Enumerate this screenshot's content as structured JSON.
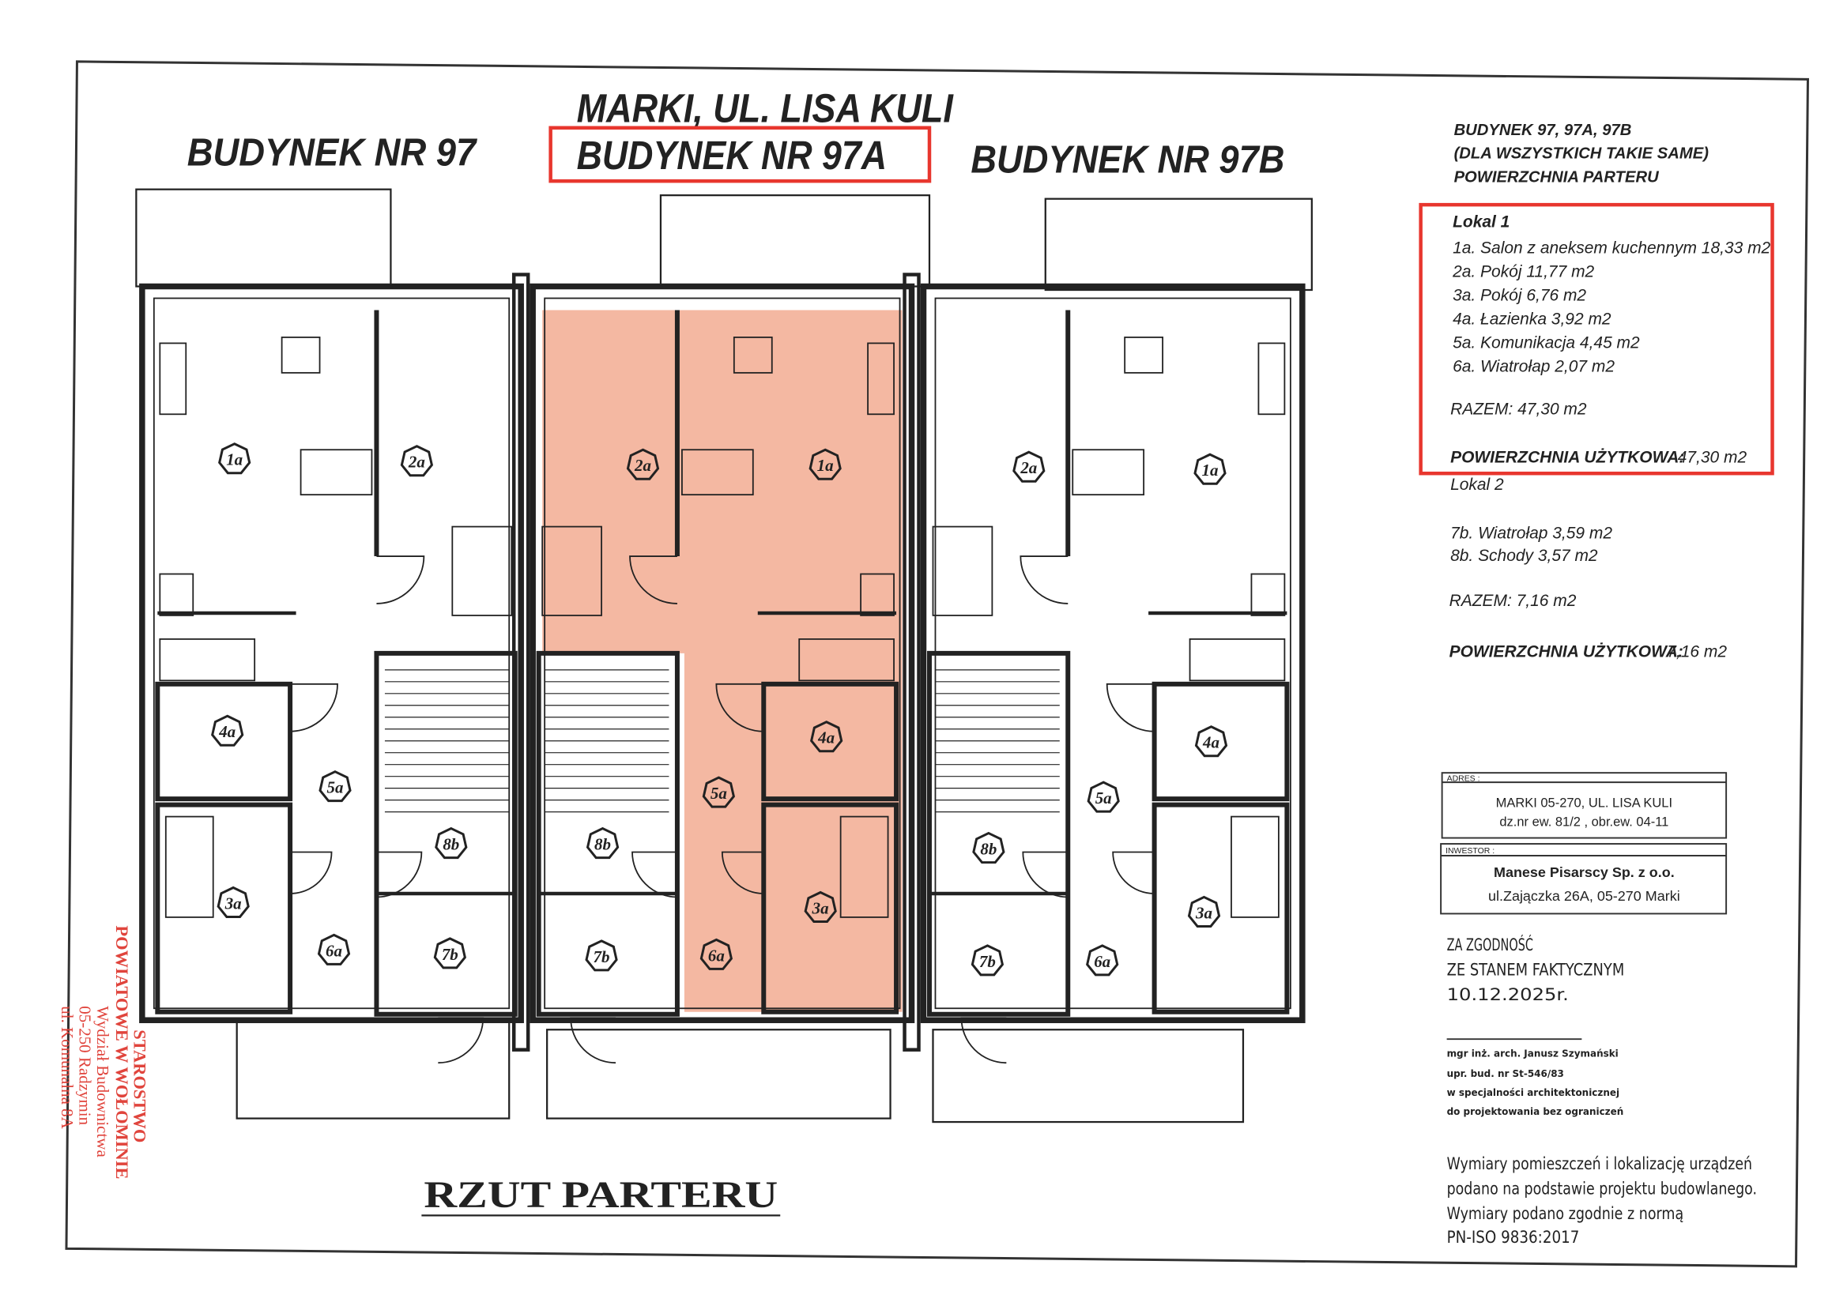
{
  "header": {
    "address_title": "MARKI, UL. LISA KULI",
    "building_left": "BUDYNEK NR 97",
    "building_center": "BUDYNEK NR 97A",
    "building_right": "BUDYNEK NR 97B"
  },
  "colors": {
    "highlight": "#f4b8a2",
    "red_box": "#e8362e",
    "stamp": "#e0443c",
    "ink": "#222222"
  },
  "info": {
    "heading": [
      "BUDYNEK 97, 97A, 97B",
      "(DLA WSZYSTKICH TAKIE SAME)",
      "POWIERZCHNIA PARTERU"
    ],
    "lokal1": {
      "title": "Lokal 1",
      "rooms": [
        "1a. Salon z aneksem kuchennym 18,33 m2",
        "2a. Pokój 11,77 m2",
        "3a. Pokój 6,76 m2",
        "4a. Łazienka 3,92 m2",
        "5a. Komunikacja 4,45 m2",
        "6a. Wiatrołap 2,07 m2"
      ],
      "total": "RAZEM: 47,30 m2",
      "usable_label": "POWIERZCHNIA UŻYTKOWA:",
      "usable_value": "47,30 m2"
    },
    "lokal2": {
      "title": "Lokal 2",
      "rooms": [
        "7b. Wiatrołap  3,59 m2",
        "8b. Schody  3,57 m2"
      ],
      "total": "RAZEM: 7,16 m2",
      "usable_label": "POWIERZCHNIA UŻYTKOWA:",
      "usable_value": "7,16 m2"
    }
  },
  "title_block": {
    "address_label": "ADRES :",
    "address_lines": [
      "MARKI 05-270, UL. LISA KULI",
      "dz.nr ew. 81/2 , obr.ew. 04-11"
    ],
    "investor_label": "INWESTOR :",
    "investor_lines": [
      "Manese Pisarscy Sp. z o.o.",
      "ul.Zajączka 26A, 05-270 Marki"
    ]
  },
  "certification": [
    "ZA ZGODNOŚĆ",
    "ZE STANEM FAKTYCZNYM",
    "10.12.2025r."
  ],
  "architect": [
    "mgr inż. arch.  Janusz Szymański",
    "upr. bud. nr St-546/83",
    "w specjalności architektonicznej",
    "do projektowania bez ograniczeń"
  ],
  "note": [
    "Wymiary pomieszczeń i lokalizację urządzeń",
    "podano na podstawie projektu budowlanego.",
    "Wymiary podano zgodnie z normą",
    "PN-ISO 9836:2017"
  ],
  "plan_title": "RZUT PARTERU",
  "stamp": [
    "STAROSTWO",
    "POWIATOWE W WOŁOMINIE",
    "Wydział Budownictwa",
    "05-250 Radzymin",
    "ul. Komunalna 8A"
  ],
  "plan": {
    "buildings": [
      {
        "rooms": [
          "1a",
          "2a",
          "4a",
          "5a",
          "3a",
          "6a",
          "8b",
          "7b"
        ]
      },
      {
        "rooms": [
          "2a",
          "1a",
          "4a",
          "5a",
          "3a",
          "6a",
          "8b",
          "7b"
        ]
      },
      {
        "rooms": [
          "2a",
          "1a",
          "4a",
          "5a",
          "3a",
          "6a",
          "8b",
          "7b"
        ]
      }
    ]
  }
}
